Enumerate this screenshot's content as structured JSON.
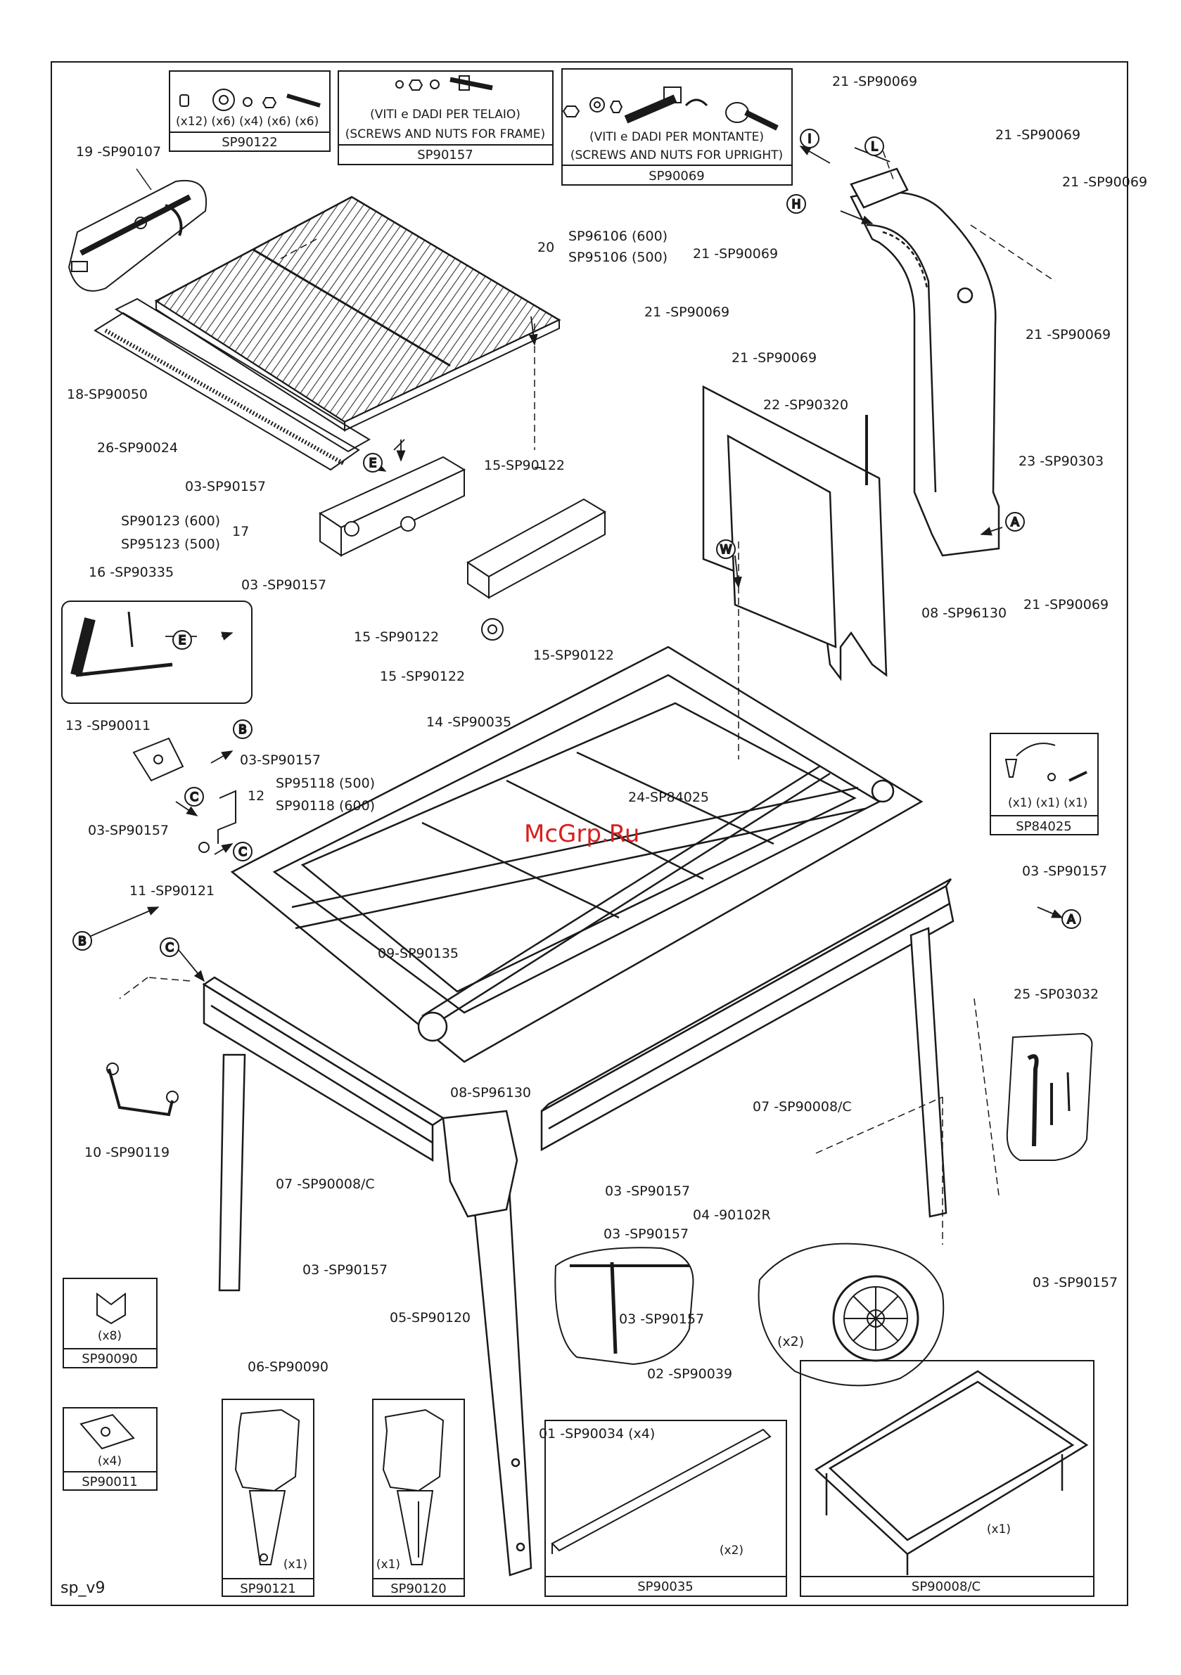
{
  "drawing": {
    "sheet_id": "sp_v9",
    "watermark": "McGrp.Ru"
  },
  "kits": [
    {
      "id": "kit-sp90122",
      "code": "SP90122",
      "qty": [
        "(x12)",
        "(x6)",
        "(x4)",
        "(x6)",
        "(x6)"
      ]
    },
    {
      "id": "kit-sp90157",
      "code": "SP90157",
      "line1": "(VITI e DADI PER TELAIO)",
      "line2": "(SCREWS AND NUTS FOR FRAME)"
    },
    {
      "id": "kit-sp90069",
      "code": "SP90069",
      "line1": "(VITI e DADI PER MONTANTE)",
      "line2": "(SCREWS AND NUTS FOR UPRIGHT)"
    },
    {
      "id": "kit-sp84025",
      "code": "SP84025",
      "qty": [
        "(x1)",
        "(x1)",
        "(x1)"
      ]
    },
    {
      "id": "kit-sp90090",
      "code": "SP90090",
      "qty": "(x8)"
    },
    {
      "id": "kit-sp90011",
      "code": "SP90011",
      "qty": "(x4)"
    },
    {
      "id": "kit-sp90121",
      "code": "SP90121",
      "qty": "(x1)"
    },
    {
      "id": "kit-sp90120",
      "code": "SP90120",
      "qty": "(x1)"
    },
    {
      "id": "kit-sp90035",
      "code": "SP90035",
      "qty": "(x2)"
    },
    {
      "id": "kit-sp90008c",
      "code": "SP90008/C",
      "qty": "(x1)"
    }
  ],
  "callouts": [
    "19 -SP90107",
    "20",
    "SP96106 (600)",
    "SP95106 (500)",
    "18-SP90050",
    "26-SP90024",
    "03-SP90157",
    "SP90123 (600)",
    "SP95123 (500)",
    "17",
    "15-SP90122",
    "03 -SP90157",
    "16 -SP90335",
    "15 -SP90122",
    "15 -SP90122",
    "15-SP90122",
    "21 -SP90069",
    "21 -SP90069",
    "21 -SP90069",
    "21 -SP90069",
    "21 -SP90069",
    "21 -SP90069",
    "21 -SP90069",
    "21 -SP90069",
    "22 -SP90320",
    "23 -SP90303",
    "08 -SP96130",
    "13 -SP90011",
    "03-SP90157",
    "12",
    "SP95118 (500)",
    "SP90118 (600)",
    "03-SP90157",
    "14 -SP90035",
    "24-SP84025",
    "11 -SP90121",
    "09-SP90135",
    "03 -SP90157",
    "25 -SP03032",
    "10 -SP90119",
    "08-SP96130",
    "07 -SP90008/C",
    "07 -SP90008/C",
    "03 -SP90157",
    "03 -SP90157",
    "03 -SP90157",
    "03 -SP90157",
    "04 -90102R",
    "(x2)",
    "05-SP90120",
    "02 -SP90039",
    "06-SP90090",
    "01 -SP90034 (x4)",
    "03 -SP90157"
  ],
  "markers": [
    "I",
    "L",
    "H",
    "E",
    "A",
    "W",
    "E",
    "B",
    "C",
    "C",
    "A",
    "B",
    "C"
  ]
}
